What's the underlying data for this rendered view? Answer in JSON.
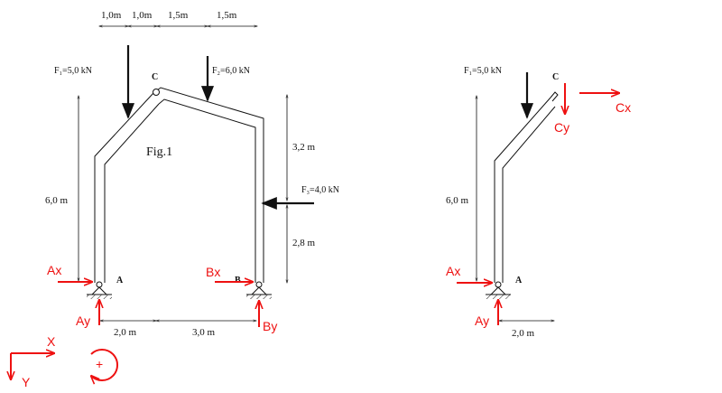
{
  "dims_top": [
    "1,0m",
    "1,0m",
    "1,5m",
    "1,5m"
  ],
  "loads": {
    "F1": "F₁=5,0 kN",
    "F2": "F₂=6,0 kN",
    "F3": "F₃=4,0 kN"
  },
  "fig_label": "Fig.1",
  "nodes": {
    "A": "A",
    "B": "B",
    "C": "C"
  },
  "dims_side": {
    "h_left": "6,0 m",
    "h_top_right": "3,2 m",
    "h_bottom_right": "2,8 m"
  },
  "dims_bottom": [
    "2,0 m",
    "3,0 m"
  ],
  "reactions": {
    "Ax": "Ax",
    "Ay": "Ay",
    "Bx": "Bx",
    "By": "By",
    "Cx": "Cx",
    "Cy": "Cy"
  },
  "axes": {
    "x": "X",
    "y": "Y",
    "moment": "+"
  },
  "right_panel": {
    "F1": "F₁=5,0 kN",
    "C": "C",
    "h_left": "6,0 m",
    "A": "A",
    "dim_bottom": "2,0 m"
  },
  "colors": {
    "reaction": "#ee1111",
    "structure": "#111111"
  }
}
